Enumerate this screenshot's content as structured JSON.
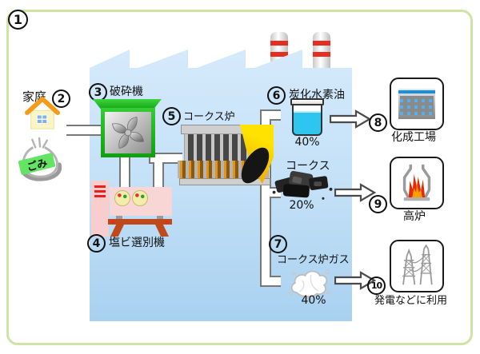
{
  "diagram": {
    "figure_number": "1",
    "household": {
      "number": "2",
      "label": "家庭",
      "bag_label": "ごみ"
    },
    "crusher": {
      "number": "3",
      "label": "破砕機"
    },
    "separator": {
      "number": "4",
      "label": "塩ビ選別機"
    },
    "coke_oven": {
      "number": "5",
      "label": "コークス炉"
    },
    "products": {
      "oil": {
        "number": "6",
        "label": "炭化水素油",
        "percent": "40%"
      },
      "coke": {
        "label": "コークス",
        "percent": "20%"
      },
      "gas": {
        "number": "7",
        "label": "コークス炉ガス",
        "percent": "40%"
      }
    },
    "destinations": {
      "chemical_plant": {
        "number": "8",
        "label": "化成工場"
      },
      "blast_furnace": {
        "number": "9",
        "label": "高炉"
      },
      "power_use": {
        "number": "10",
        "label": "発電などに利用"
      }
    }
  },
  "colors": {
    "frame_border": "#cfe3a5",
    "factory_top": "#d7ebfc",
    "factory_bottom": "#a8d1f0",
    "crusher_green": "#22bb22",
    "machine_pink": "#f8d2d2",
    "stand_brown": "#c0491c",
    "oil_cyan": "#2ec6f0",
    "flame_yellow": "#ffe200",
    "flame_orange": "#f0a400",
    "fire_red": "#e82800",
    "chimney_stripe_red": "#e62e20",
    "plant_blue": "#1890e0"
  }
}
